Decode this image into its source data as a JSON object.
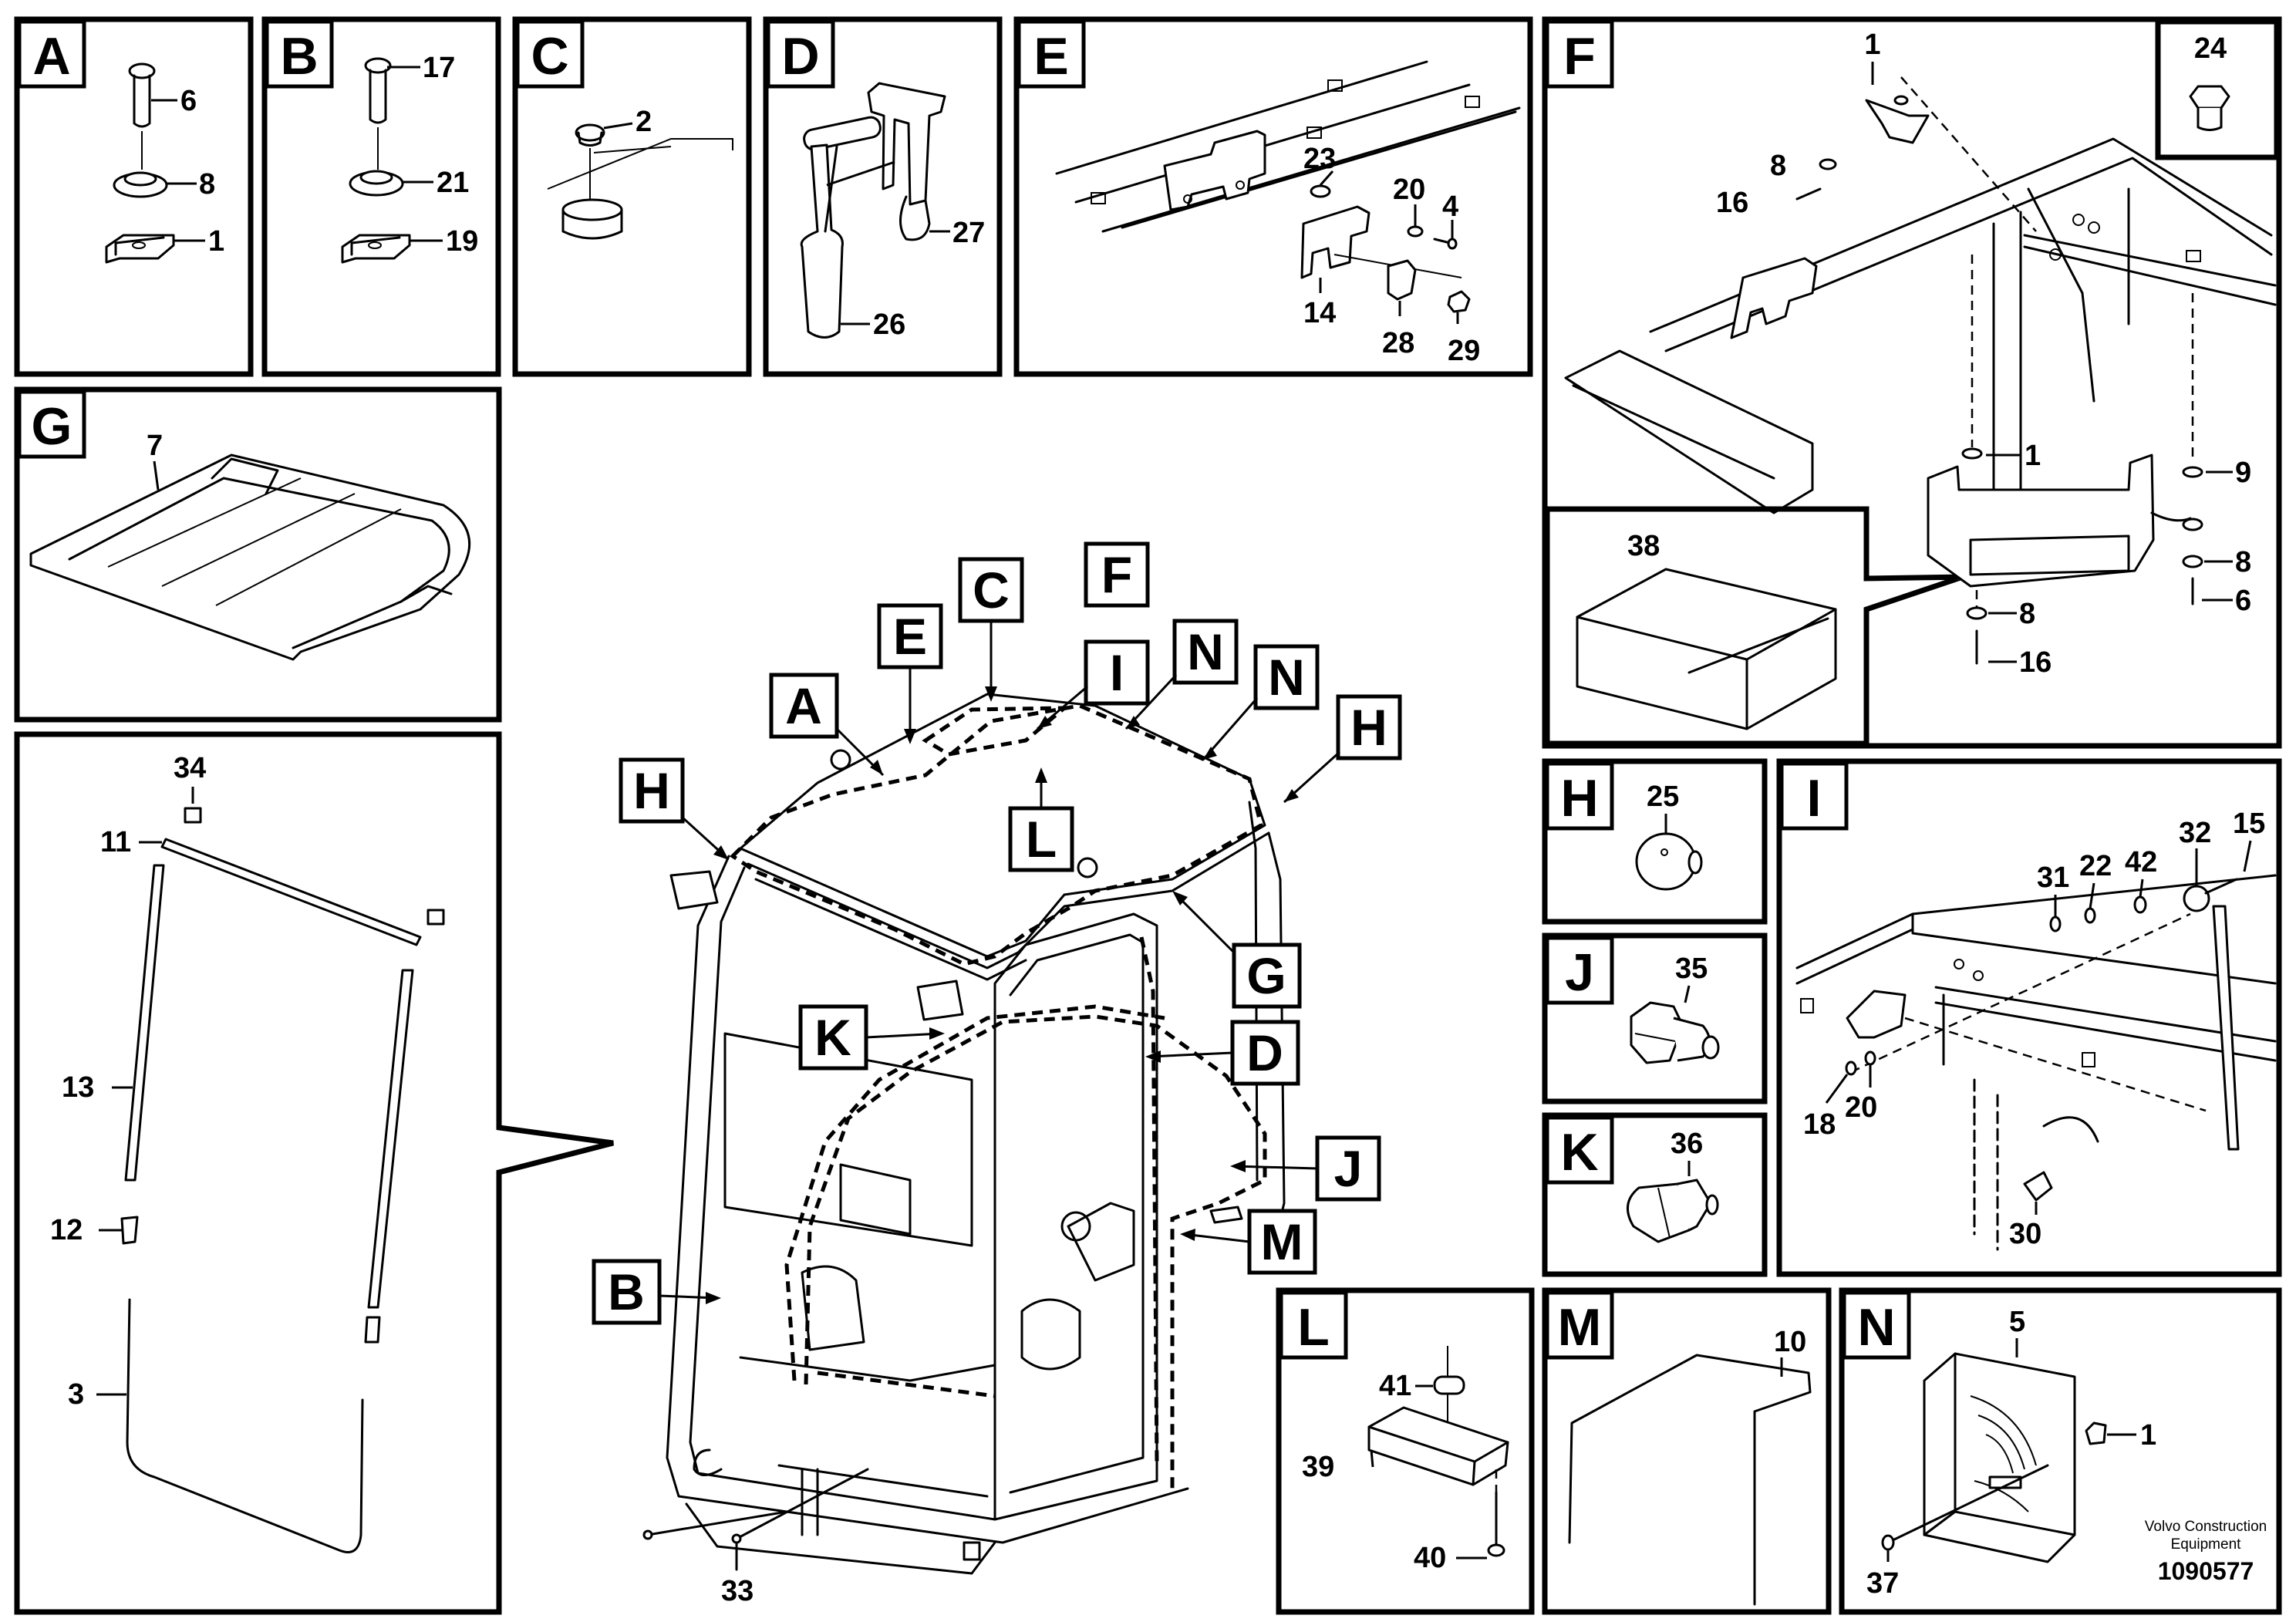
{
  "panel_labels": {
    "A": "A",
    "B": "B",
    "C": "C",
    "D": "D",
    "E": "E",
    "F": "F",
    "G": "G",
    "H": "H",
    "I": "I",
    "J": "J",
    "K": "K",
    "L": "L",
    "M": "M",
    "N": "N"
  },
  "part_numbers": {
    "A": [
      "6",
      "8",
      "1"
    ],
    "B": [
      "17",
      "21",
      "19"
    ],
    "C": [
      "2"
    ],
    "D": [
      "27",
      "26"
    ],
    "E": [
      "23",
      "20",
      "4",
      "14",
      "28",
      "29"
    ],
    "F": [
      "1",
      "8",
      "16",
      "1",
      "9",
      "8",
      "6",
      "8",
      "16",
      "24",
      "38"
    ],
    "G": [
      "7"
    ],
    "left": [
      "34",
      "11",
      "13",
      "12",
      "3"
    ],
    "H": [
      "25"
    ],
    "I": [
      "31",
      "22",
      "42",
      "32",
      "15",
      "18",
      "20",
      "30"
    ],
    "J": [
      "35"
    ],
    "K": [
      "36"
    ],
    "L": [
      "41",
      "39",
      "40"
    ],
    "M": [
      "10"
    ],
    "N": [
      "5",
      "1",
      "37"
    ],
    "main": [
      "33"
    ]
  },
  "footer": {
    "brand_line1": "Volvo Construction",
    "brand_line2": "Equipment",
    "doc_number": "1090577"
  }
}
